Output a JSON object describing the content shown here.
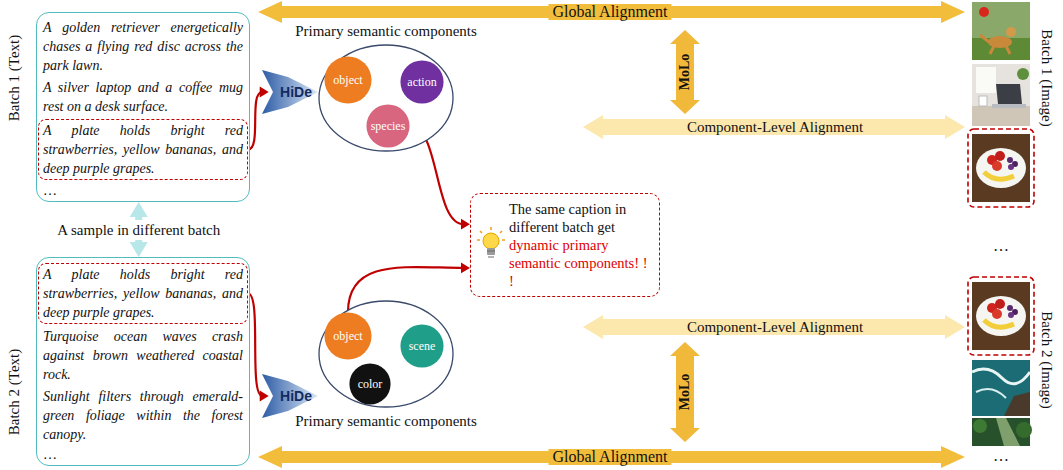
{
  "diagram": {
    "nodes": [
      {
        "text": [
          "A golden retriever energetically chases a flying red disc across the park lawn.",
          "A silver laptop and a coffee mug rest on a desk surface.",
          "…"
        ]
      },
      {
        "text": [
          "A plate holds bright red strawberries, yellow bananas, and deep purple grapes."
        ],
        "in": 0
      },
      {
        "text": [
          "HiDe"
        ]
      },
      {
        "text": [
          "Primary semantic components"
        ]
      },
      {
        "text": [
          "object"
        ],
        "in": 3
      },
      {
        "text": [
          "action"
        ],
        "in": 3
      },
      {
        "text": [
          "species"
        ],
        "in": 3
      },
      {
        "text": [
          "The same caption in different batch get",
          "dynamic primary semantic components! ! !"
        ]
      },
      {
        "text": [
          "Turquoise ocean waves crash against brown weathered coastal rock.",
          "Sunlight filters through emerald-green foliage within the forest canopy.",
          "…"
        ]
      },
      {
        "text": [
          "A plate holds bright red strawberries, yellow bananas, and deep purple grapes."
        ],
        "in": 8
      },
      {
        "text": [
          "HiDe"
        ]
      },
      {
        "text": [
          "Primary semantic components"
        ]
      },
      {
        "text": [
          "object"
        ],
        "in": 11
      },
      {
        "text": [
          "color"
        ],
        "in": 11
      },
      {
        "text": [
          "scene"
        ],
        "in": 11
      }
    ],
    "edges": [
      {
        "from": 0,
        "to": 8,
        "arrow": "both",
        "label": "A sample in different batch"
      },
      {
        "from": 1,
        "to": 2,
        "arrow": "to"
      },
      {
        "from": 6,
        "to": 7,
        "arrow": "to"
      },
      {
        "from": 9,
        "to": 10,
        "arrow": "to"
      },
      {
        "from": 12,
        "to": 7,
        "arrow": "to"
      }
    ],
    "labels": [
      "Batch 1 (Text)",
      "Batch 2 (Text)",
      "Global Alignment",
      "MoLo",
      "Component-Level Alignment",
      "Component-Level Alignment",
      "MoLo",
      "Global Alignment",
      "Batch 1 (Image)",
      "Batch 2 (Image)",
      "…",
      "…"
    ]
  }
}
